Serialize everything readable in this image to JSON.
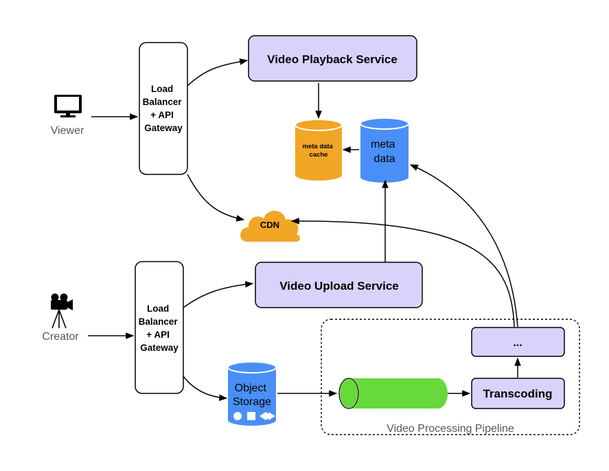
{
  "actors": {
    "viewer": {
      "label": "Viewer",
      "icon": "monitor-icon"
    },
    "creator": {
      "label": "Creator",
      "icon": "video-camera-icon"
    }
  },
  "gateways": {
    "top": {
      "lines": [
        "Load",
        "Balancer",
        "+ API",
        "Gateway"
      ]
    },
    "bottom": {
      "lines": [
        "Load",
        "Balancer",
        "+ API",
        "Gateway"
      ]
    }
  },
  "services": {
    "playback": "Video Playback Service",
    "upload": "Video Upload Service",
    "transcoding": "Transcoding",
    "more_steps": "..."
  },
  "stores": {
    "meta_cache": {
      "lines": [
        "meta data",
        "cache"
      ]
    },
    "meta_data": {
      "lines": [
        "meta",
        "data"
      ]
    },
    "object_storage": {
      "lines": [
        "Object",
        "Storage"
      ]
    },
    "cdn": "CDN"
  },
  "pipeline": {
    "label": "Video Processing Pipeline"
  },
  "colors": {
    "service_fill": "#d9d2fb",
    "cache_fill": "#f2a626",
    "db_fill": "#4a8ff7",
    "queue_fill": "#67d93a",
    "cdn_fill": "#f2a626"
  }
}
